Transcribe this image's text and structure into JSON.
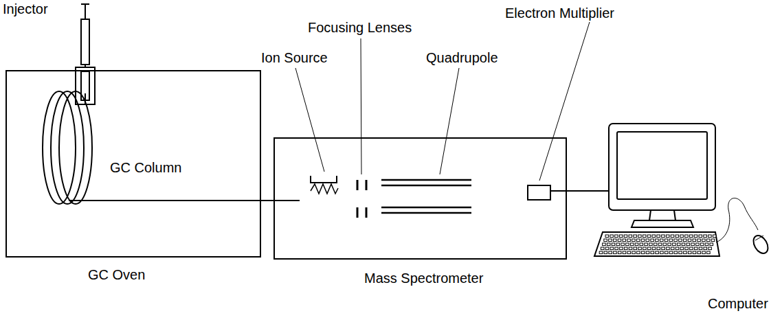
{
  "diagram": {
    "nodes": [
      {
        "text": [
          "GC Oven"
        ]
      },
      {
        "text": [
          "Mass Spectrometer"
        ]
      },
      {
        "text": [
          "Computer"
        ]
      },
      {
        "text": [
          "Electron Multiplier"
        ],
        "in": 1
      }
    ],
    "edges": [
      {
        "from": 0,
        "to": 1,
        "arrow": "none"
      },
      {
        "from": 3,
        "to": 2,
        "arrow": "none"
      }
    ],
    "labels": [
      "Injector",
      "GC Column",
      "Ion Source",
      "Focusing Lenses",
      "Quadrupole"
    ]
  }
}
